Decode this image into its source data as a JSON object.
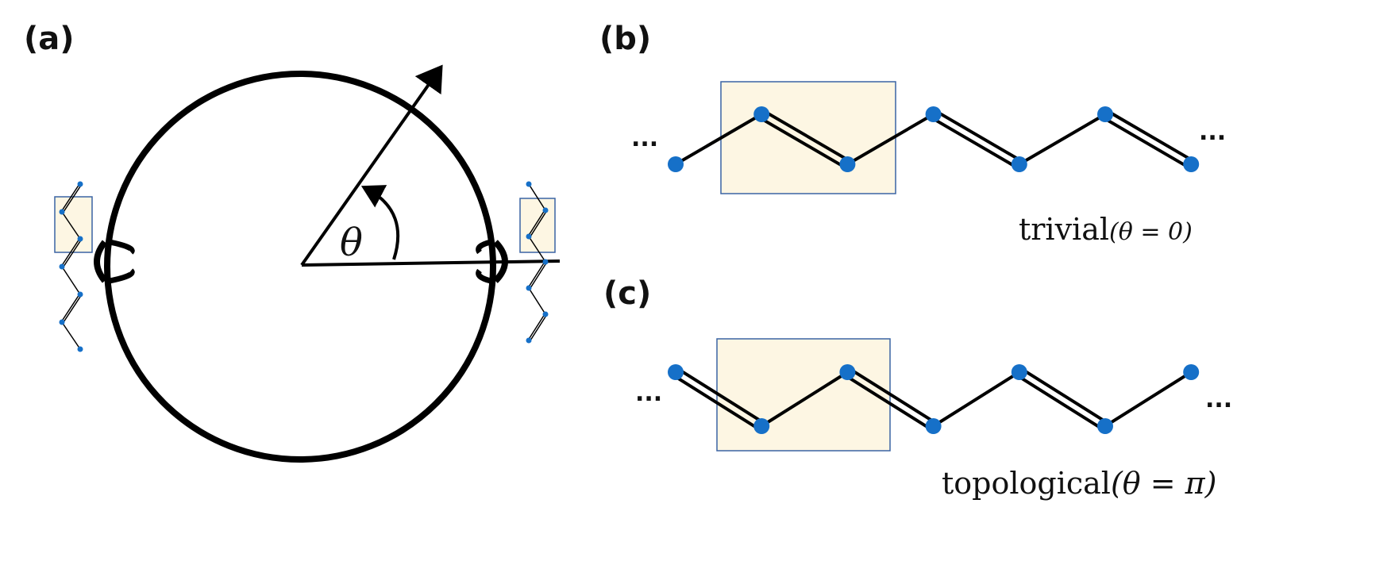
{
  "panels": {
    "a": {
      "label": "(a)",
      "angle_symbol": "θ"
    },
    "b": {
      "label": "(b)",
      "caption_word": "trivial",
      "caption_math": "(θ = 0)",
      "ellipsis_left": "...",
      "ellipsis_right": "..."
    },
    "c": {
      "label": "(c)",
      "caption_word": "topological",
      "caption_math": "(θ = π)",
      "ellipsis_left": "...",
      "ellipsis_right": "..."
    }
  },
  "colors": {
    "atom": "#1670c8",
    "bond": "#000000",
    "unit_cell_fill": "#fdf6e3",
    "unit_cell_border": "#3a64a4"
  },
  "chains": {
    "b": {
      "bonds": [
        "single",
        "double",
        "single",
        "double",
        "single",
        "double"
      ]
    },
    "c": {
      "bonds": [
        "double",
        "single",
        "double",
        "single",
        "double",
        "single"
      ]
    }
  }
}
